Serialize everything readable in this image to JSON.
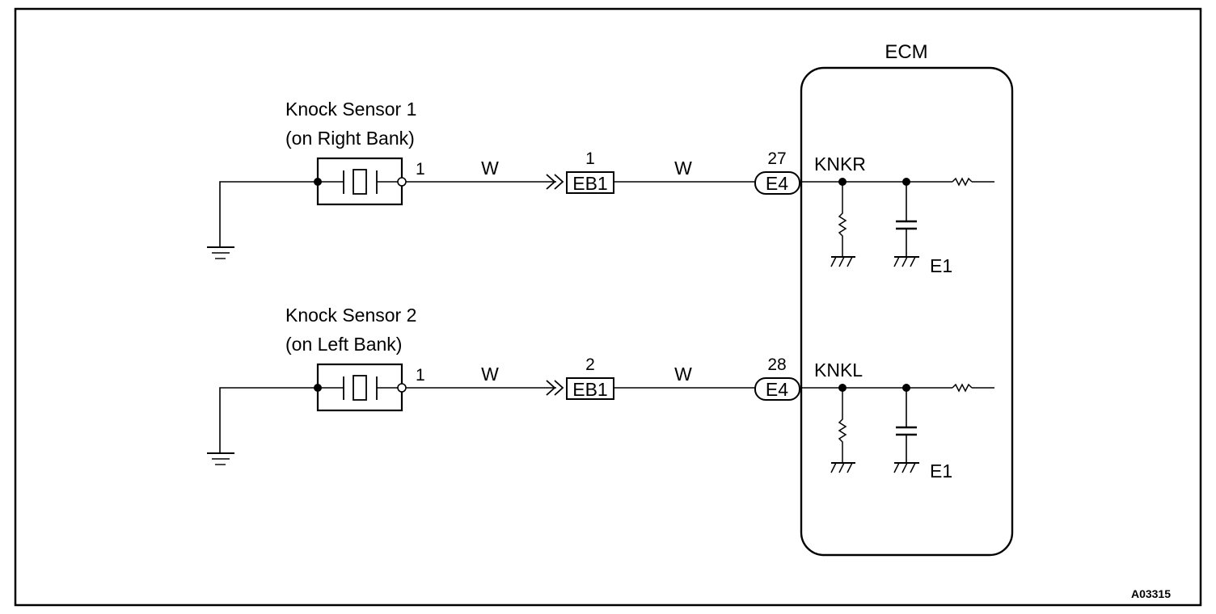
{
  "diagram": {
    "figure_id": "A03315",
    "ecm": {
      "label": "ECM",
      "ground_label": "E1"
    },
    "circuits": [
      {
        "sensor_name": "Knock Sensor 1",
        "sensor_location": "(on Right Bank)",
        "sensor_pin": "1",
        "wire_color_1": "W",
        "connector_pin": "1",
        "connector": "EB1",
        "wire_color_2": "W",
        "ecm_pin": "27",
        "ecm_connector": "E4",
        "signal": "KNKR",
        "ground_label": "E1"
      },
      {
        "sensor_name": "Knock Sensor 2",
        "sensor_location": "(on Left Bank)",
        "sensor_pin": "1",
        "wire_color_1": "W",
        "connector_pin": "2",
        "connector": "EB1",
        "wire_color_2": "W",
        "ecm_pin": "28",
        "ecm_connector": "E4",
        "signal": "KNKL",
        "ground_label": "E1"
      }
    ]
  }
}
